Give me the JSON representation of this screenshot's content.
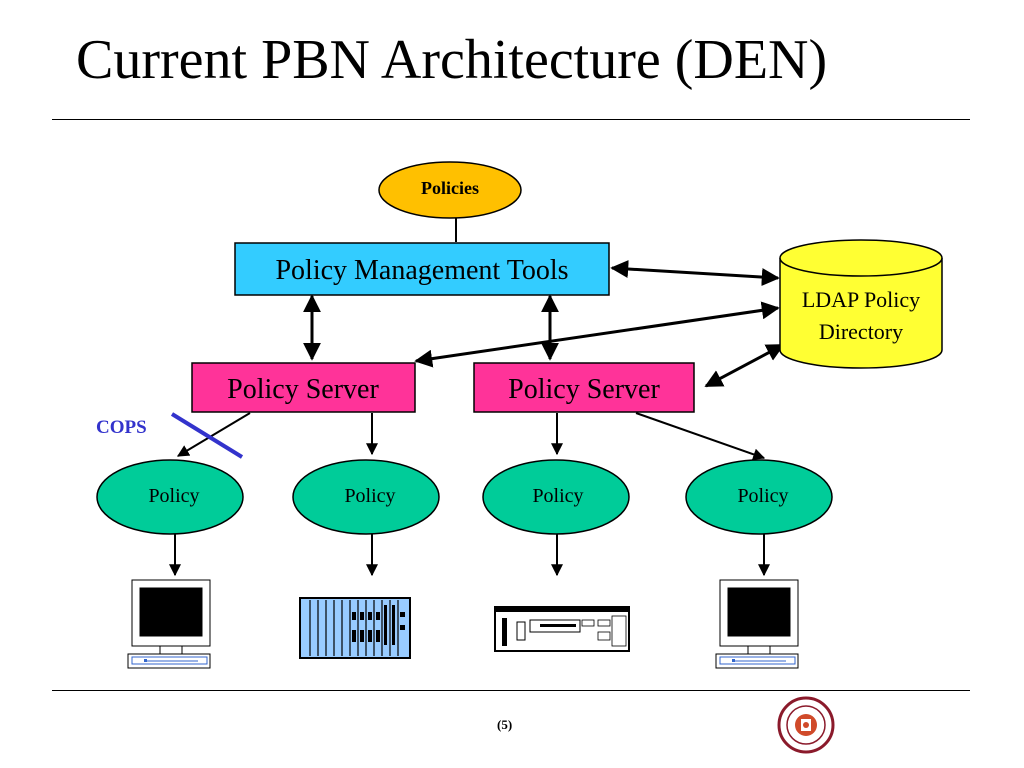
{
  "slide": {
    "title": "Current PBN Architecture (DEN)",
    "page_number": "(5)"
  },
  "diagram": {
    "policies": "Policies",
    "management_tools": "Policy Management Tools",
    "ldap_line1": "LDAP Policy",
    "ldap_line2": "Directory",
    "policy_server_left": "Policy Server",
    "policy_server_right": "Policy Server",
    "cops_label": "COPS",
    "policy_nodes": [
      "Policy",
      "Policy",
      "Policy",
      "Policy"
    ],
    "devices": [
      "desktop-computer",
      "router-chassis",
      "network-switch",
      "desktop-computer"
    ]
  },
  "colors": {
    "policies_fill": "#FFC000",
    "tools_fill": "#33CCFF",
    "ldap_fill": "#FFFF33",
    "server_fill": "#FF3399",
    "policy_node_fill": "#00CC99",
    "cops_strike": "#3333CC",
    "device_blue": "#99CCFF"
  }
}
